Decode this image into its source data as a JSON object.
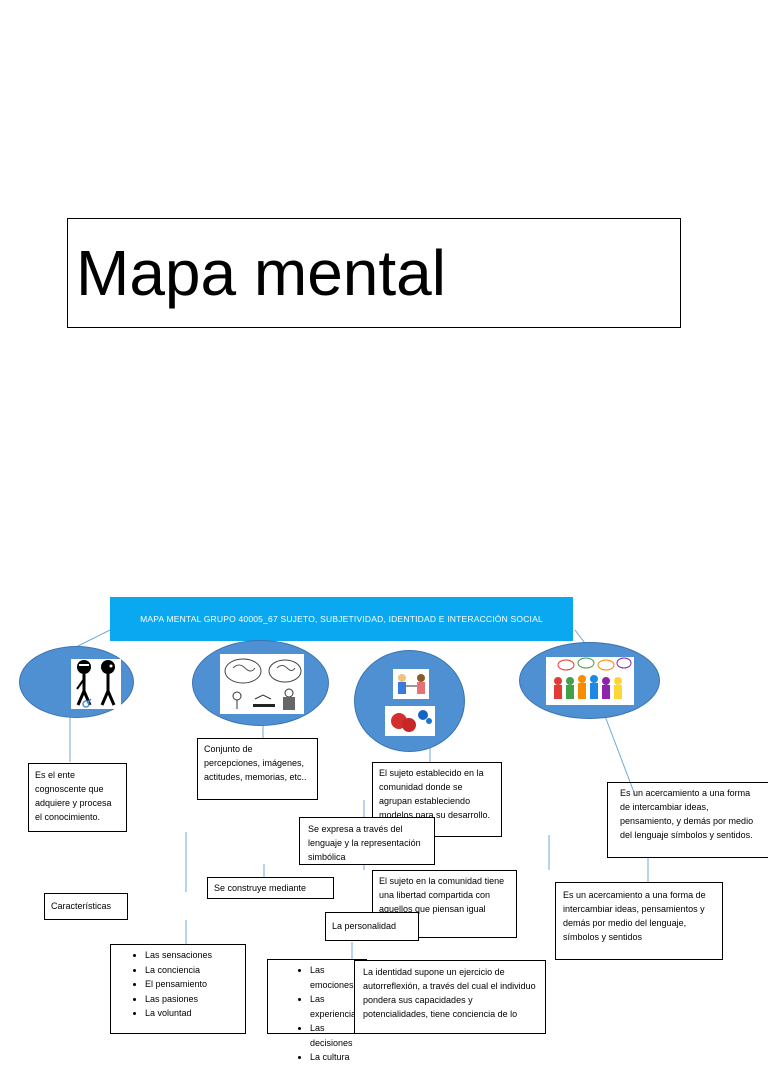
{
  "page_title": "Mapa mental",
  "banner_text": "MAPA MENTAL GRUPO 40005_67 SUJETO, SUBJETIVIDAD, IDENTIDAD E INTERACCIÓN SOCIAL",
  "nodes": {
    "sujeto_definition": "Es el ente cognoscente que adquiere y procesa el conocimiento.",
    "caracteristicas_label": "Características",
    "caracteristicas_items": [
      "Las sensaciones",
      "La conciencia",
      "El pensamiento",
      "Las pasiones",
      "La voluntad"
    ],
    "subjetividad_definition": "Conjunto de percepciones, imágenes, actitudes, memorias, etc..",
    "se_construye": "Se construye mediante",
    "construye_items": [
      "Las emociones",
      "Las experiencias",
      "Las decisiones",
      "La cultura"
    ],
    "se_expresa": "Se expresa a través del lenguaje y la representación simbólica",
    "identidad_definition_1": "El sujeto establecido en la comunidad donde se agrupan estableciendo modelos para su desarrollo.",
    "identidad_definition_2": "El sujeto en la comunidad tiene una libertad compartida con aquellos que piensan igual",
    "la_personalidad": "La personalidad",
    "identidad_reflexion": "La identidad supone un ejercicio de autorreflexión, a través del cual el individuo pondera sus capacidades y potencialidades, tiene conciencia de lo",
    "interaccion_floating": "Es un acercamiento a una forma de intercambiar ideas, pensamiento, y demás por medio del lenguaje símbolos y sentidos.",
    "interaccion_box": "Es un acercamiento a una forma de intercambiar ideas, pensamientos y demás por medio del lenguaje, símbolos y sentidos"
  },
  "icons": {
    "ellipse_1": "stick-figures-icon",
    "ellipse_2": "thinking-people-icon",
    "ellipse_3": "people-interacting-icon",
    "ellipse_4": "social-group-icon"
  },
  "colors": {
    "banner": "#0aa8f0",
    "ellipse": "#4f90d3",
    "connector": "#6fa9d8"
  }
}
